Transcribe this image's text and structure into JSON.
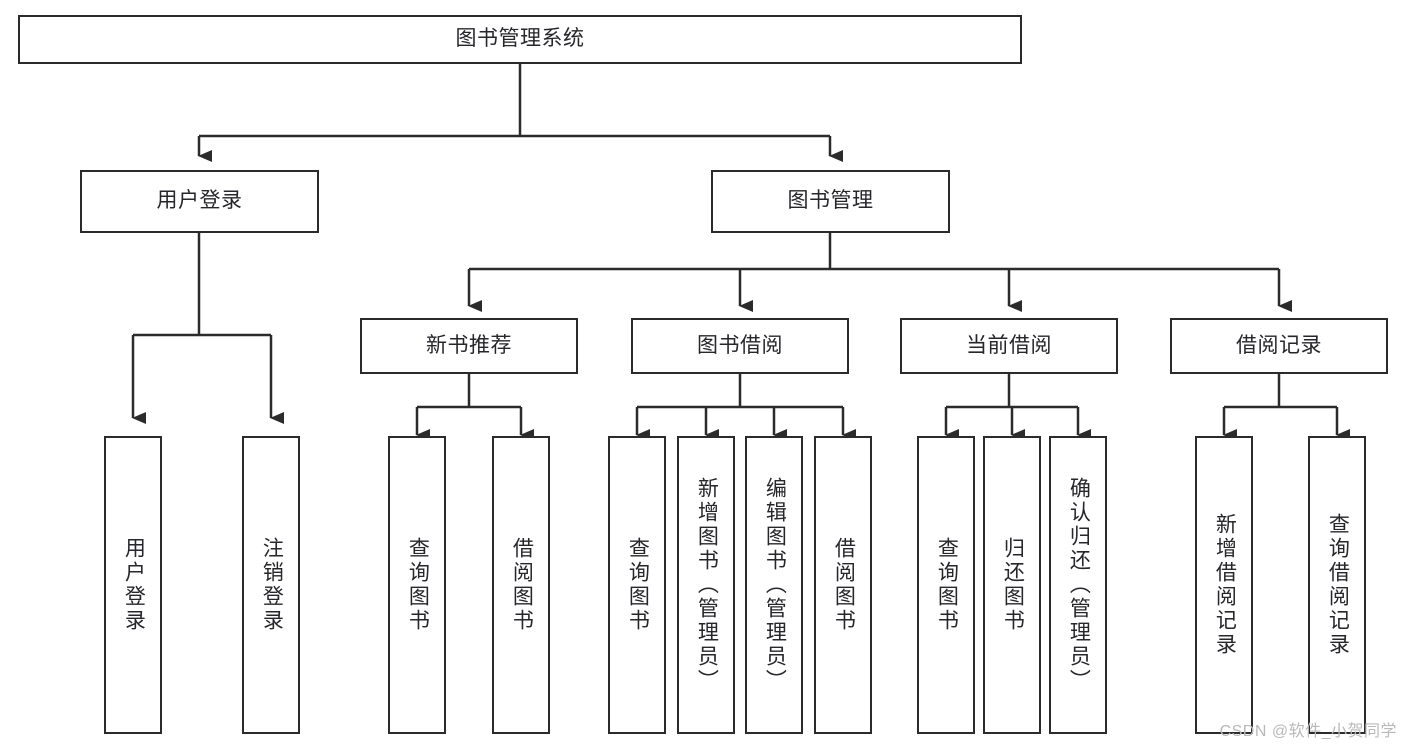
{
  "diagram": {
    "title": "图书管理系统",
    "type": "tree",
    "watermark": "CSDN @软件_小贺同学",
    "colors": {
      "stroke": "#2b2b2b",
      "fill": "#ffffff",
      "text": "#26262b",
      "watermark": "#b9b9b9"
    },
    "nodes": {
      "root": {
        "label": "图书管理系统"
      },
      "level2": [
        {
          "label": "用户登录"
        },
        {
          "label": "图书管理"
        }
      ],
      "level3": [
        {
          "label": "新书推荐"
        },
        {
          "label": "图书借阅"
        },
        {
          "label": "当前借阅"
        },
        {
          "label": "借阅记录"
        }
      ],
      "leaves": {
        "user_login": [
          {
            "label": "用户登录"
          },
          {
            "label": "注销登录"
          }
        ],
        "new_book_recommend": [
          {
            "label": "查询图书"
          },
          {
            "label": "借阅图书"
          }
        ],
        "book_borrow": [
          {
            "label": "查询图书"
          },
          {
            "label": "新增图书（管理员）"
          },
          {
            "label": "编辑图书（管理员）"
          },
          {
            "label": "借阅图书"
          }
        ],
        "current_borrow": [
          {
            "label": "查询图书"
          },
          {
            "label": "归还图书"
          },
          {
            "label": "确认归还（管理员）"
          }
        ],
        "borrow_record": [
          {
            "label": "新增借阅记录"
          },
          {
            "label": "查询借阅记录"
          }
        ]
      }
    }
  }
}
